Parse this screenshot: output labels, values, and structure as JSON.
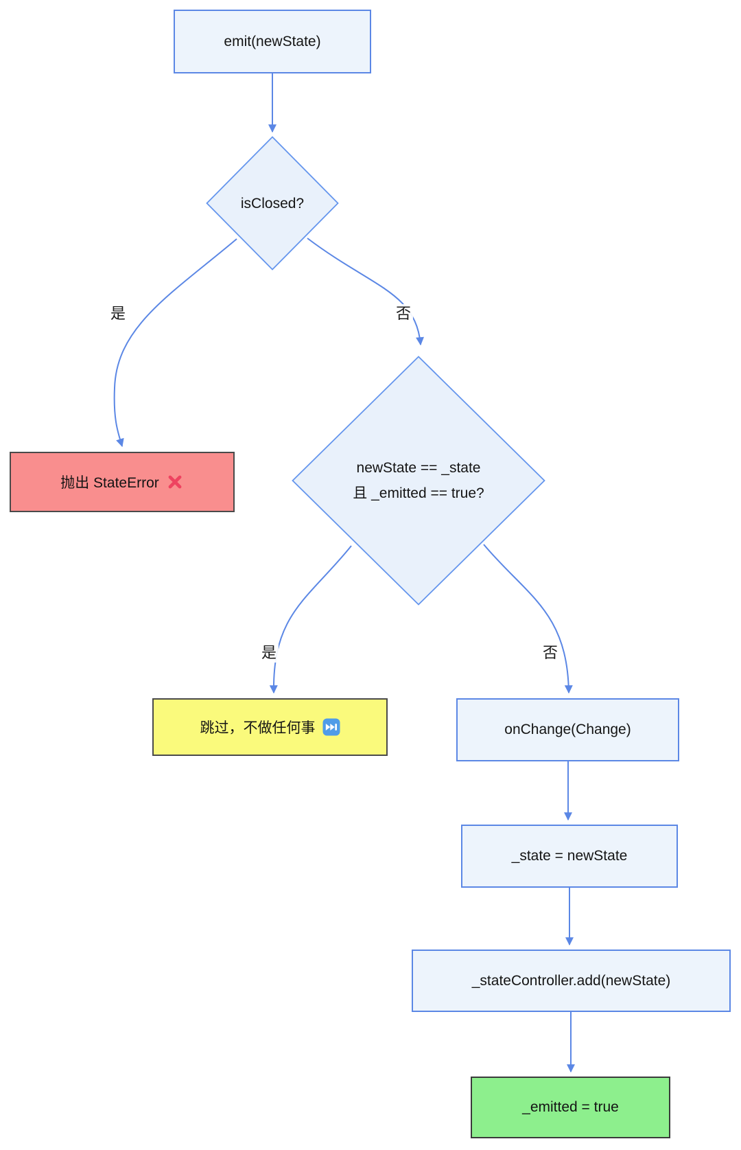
{
  "diagram": {
    "title_hint": "emit(newState) flowchart",
    "colors": {
      "edge_blue": "#5b87e5",
      "process_fill": "#edf4fc",
      "process_border": "#5b87e5",
      "decision_fill": "#e9f1fb",
      "decision_border": "#6495ed",
      "error_fill": "#f98e8e",
      "skip_fill": "#fafa7c",
      "success_fill": "#8def8d",
      "dark_border": "#4a4a4a",
      "cross_mark_red": "#ee4360",
      "next_track_blue": "#4f9ce8"
    },
    "nodes": {
      "emit": {
        "label": "emit(newState)"
      },
      "is_closed": {
        "label": "isClosed?"
      },
      "throw_error": {
        "label": "抛出 StateError",
        "icon": "cross-mark-icon"
      },
      "state_check": {
        "label_line1": "newState == _state",
        "label_line2": "且 _emitted == true?"
      },
      "skip": {
        "label": "跳过，不做任何事",
        "icon": "next-track-icon"
      },
      "on_change": {
        "label": "onChange(Change)"
      },
      "set_state": {
        "label": "_state = newState"
      },
      "controller_add": {
        "label": "_stateController.add(newState)"
      },
      "emitted_true": {
        "label": "_emitted = true"
      }
    },
    "edge_labels": {
      "is_closed_yes": "是",
      "is_closed_no": "否",
      "state_check_yes": "是",
      "state_check_no": "否"
    }
  }
}
